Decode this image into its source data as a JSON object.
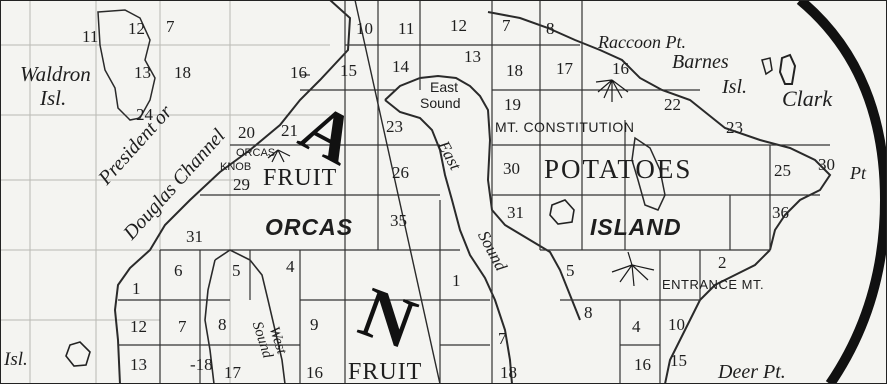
{
  "map": {
    "big_letters": [
      "A",
      "N"
    ],
    "place_names": {
      "waldron_isl_1": "Waldron",
      "waldron_isl_2": "Isl.",
      "president_channel_1": "President or",
      "president_channel_2": "Douglas Channel",
      "orcas_knob_1": "ORCAS",
      "orcas_knob_2": "KNOB",
      "fruit_1": "FRUIT",
      "fruit_2": "FRUIT",
      "orcas": "ORCAS",
      "east_sound_1": "East",
      "east_sound_2": "Sound",
      "east_sound_channel": "East",
      "east_sound_channel_2": "Sound",
      "west_sound_1": "West",
      "west_sound_2": "Sound",
      "mt_constitution": "MT. CONSTITUTION",
      "potatoes": "POTATOES",
      "island": "ISLAND",
      "entrance_mt": "ENTRANCE MT.",
      "raccoon_pt": "Raccoon Pt.",
      "barnes_isl_1": "Barnes",
      "barnes_isl_2": "Isl.",
      "clark": "Clark",
      "deer_pt": "Deer Pt.",
      "isl_left": "Isl.",
      "pt_right": "Pt"
    },
    "section_numbers": {
      "n11a": "11",
      "n12a": "12",
      "n7a": "7",
      "n13a": "13",
      "n18a": "18",
      "n24a": "24",
      "n10": "10",
      "n11b": "11",
      "n12b": "12",
      "n7b": "7",
      "n8a": "8",
      "n16a": "16",
      "n15": "15",
      "n14": "14",
      "n13b": "13",
      "n18b": "18",
      "n17": "17",
      "n16b": "16",
      "n22": "22",
      "n19": "19",
      "n23a": "23",
      "n23b": "23",
      "n20": "20",
      "n21": "21",
      "n26": "26",
      "n30": "30",
      "n25": "25",
      "n30b": "30",
      "n29": "29",
      "n35": "35",
      "n31a": "31",
      "n31b": "31",
      "n36": "36",
      "n6": "6",
      "n5a": "5",
      "n4a": "4",
      "n1a": "1",
      "n5b": "5",
      "n2": "2",
      "n1b": "1",
      "n12c": "12",
      "n7c": "7",
      "n8b": "8",
      "n9": "9",
      "n7d": "7",
      "n8c": "8",
      "n4b": "4",
      "n10b": "10",
      "n13c": "13",
      "n18c": "-18",
      "n17b": "17",
      "n16c": "16",
      "n18d": "18",
      "n16d": "16",
      "n15b": "15"
    }
  }
}
